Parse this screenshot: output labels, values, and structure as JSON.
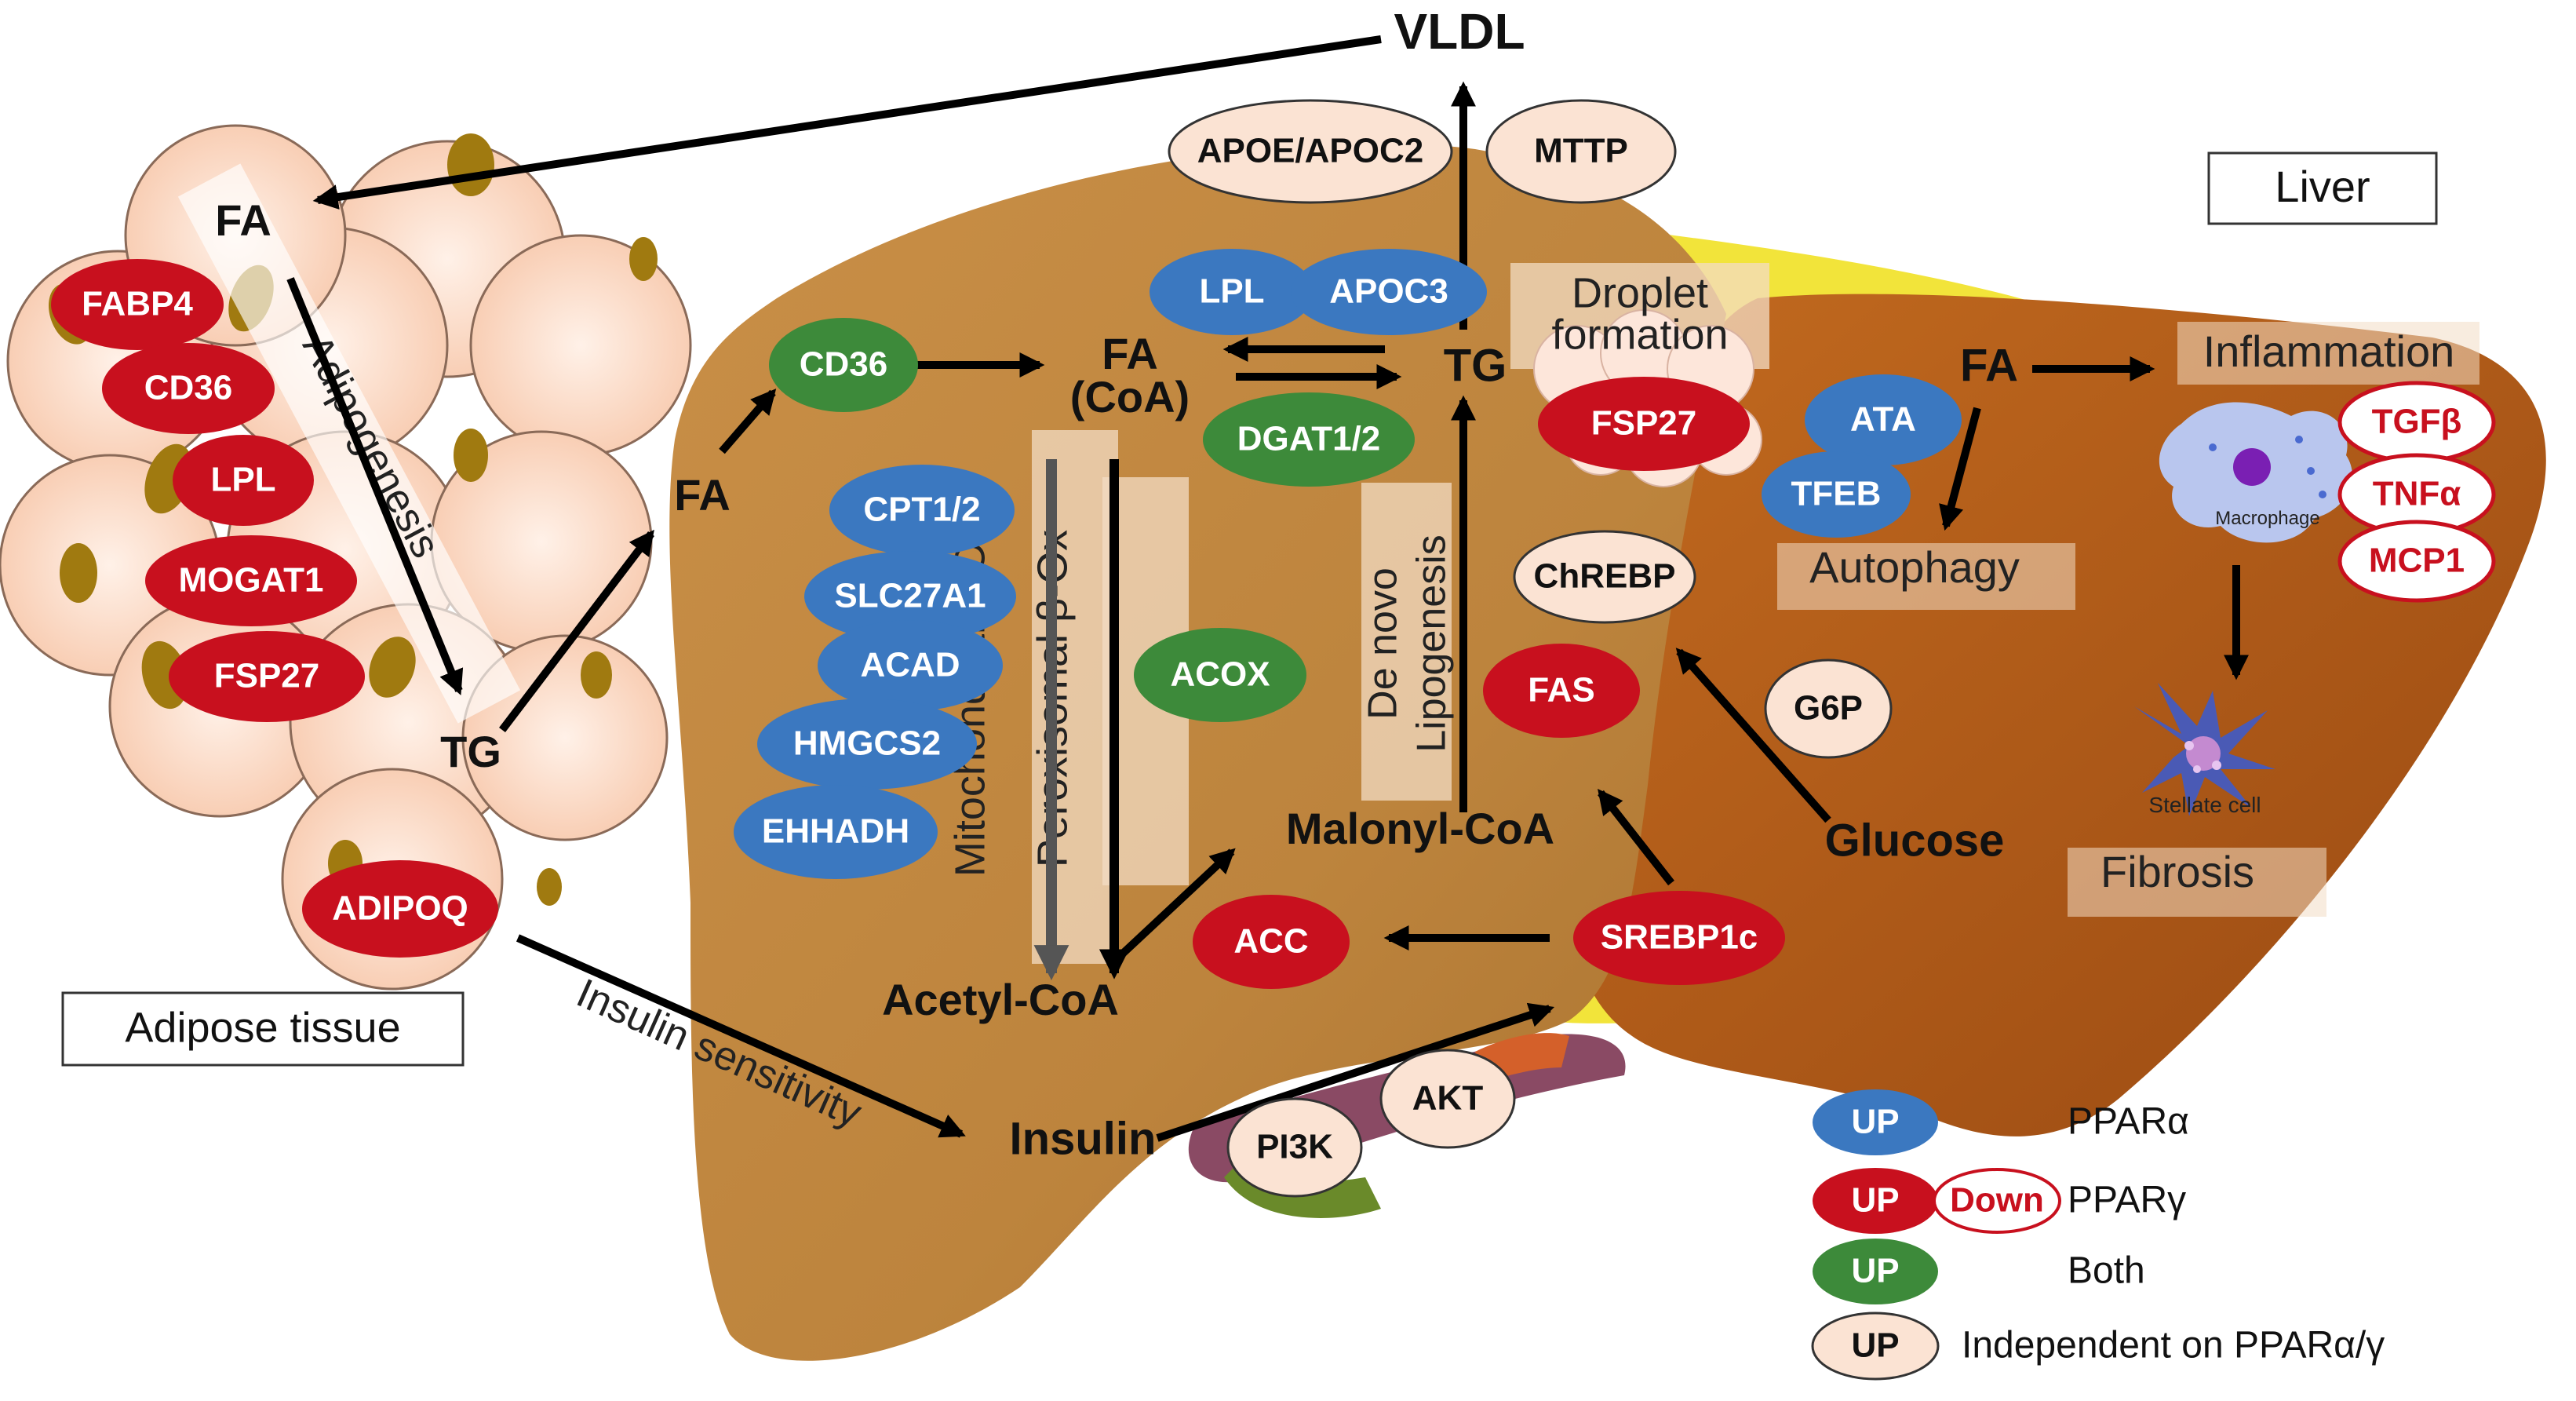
{
  "colors": {
    "ppar_alpha": "#3b78c0",
    "ppar_gamma": "#c8101e",
    "both": "#3d8a3a",
    "independent": "#fbe3d3",
    "liver_main": "#c08640",
    "liver_right": "#b5651d",
    "bile_yellow": "#f2e43a",
    "adipocyte": "#fbd9c6"
  },
  "nodes": {
    "vldl": "VLDL",
    "fa_adipose": "FA",
    "fa_mid": "FA",
    "tg_adipose": "TG",
    "fa_coa": "FA\n(CoA)",
    "tg_liver": "TG",
    "fa_right": "FA",
    "malonyl_coa": "Malonyl-CoA",
    "acetyl_coa": "Acetyl-CoA",
    "glucose": "Glucose",
    "insulin": "Insulin",
    "droplet_formation": "Droplet\nformation",
    "inflammation": "Inflammation",
    "autophagy": "Autophagy",
    "fibrosis": "Fibrosis",
    "macrophage": "Macrophage",
    "stellate_cell": "Stellate cell"
  },
  "labels": {
    "adipogenesis": "Adipogenesis",
    "mito_box": "Mitochondrial β-Ox",
    "perox_box": "Peroxisomal β-Ox",
    "denovo": "De novo\nLipogenesis",
    "insulin_sensitivity": "Insulin sensitivity",
    "liver_box": "Liver",
    "adipose_box": "Adipose tissue"
  },
  "genes": {
    "apoe_apoc2": "APOE/APOC2",
    "mttp": "MTTP",
    "lpl_liver": "LPL",
    "apoc3": "APOC3",
    "cd36_liver": "CD36",
    "dgat": "DGAT1/2",
    "fsp27_liver": "FSP27",
    "cpt": "CPT1/2",
    "slc27a1": "SLC27A1",
    "acad": "ACAD",
    "hmgcs2": "HMGCS2",
    "ehhadh": "EHHADH",
    "acox": "ACOX",
    "chrebp": "ChREBP",
    "fas": "FAS",
    "g6p": "G6P",
    "acc": "ACC",
    "srebp1c": "SREBP1c",
    "pi3k": "PI3K",
    "akt": "AKT",
    "ata": "ATA",
    "tfeb": "TFEB",
    "tgfb": "TGFβ",
    "tnfa": "TNFα",
    "mcp1": "MCP1",
    "fabp4": "FABP4",
    "cd36_adipose": "CD36",
    "lpl_adipose": "LPL",
    "mogat1": "MOGAT1",
    "fsp27_adipose": "FSP27",
    "adipoq": "ADIPOQ"
  },
  "legend": [
    {
      "badges": [
        "UP"
      ],
      "text": "PPARα"
    },
    {
      "badges": [
        "UP",
        "Down"
      ],
      "text": "PPARγ"
    },
    {
      "badges": [
        "UP"
      ],
      "text": "Both"
    },
    {
      "badges": [
        "UP"
      ],
      "text": "Independent on PPARα/γ"
    }
  ]
}
